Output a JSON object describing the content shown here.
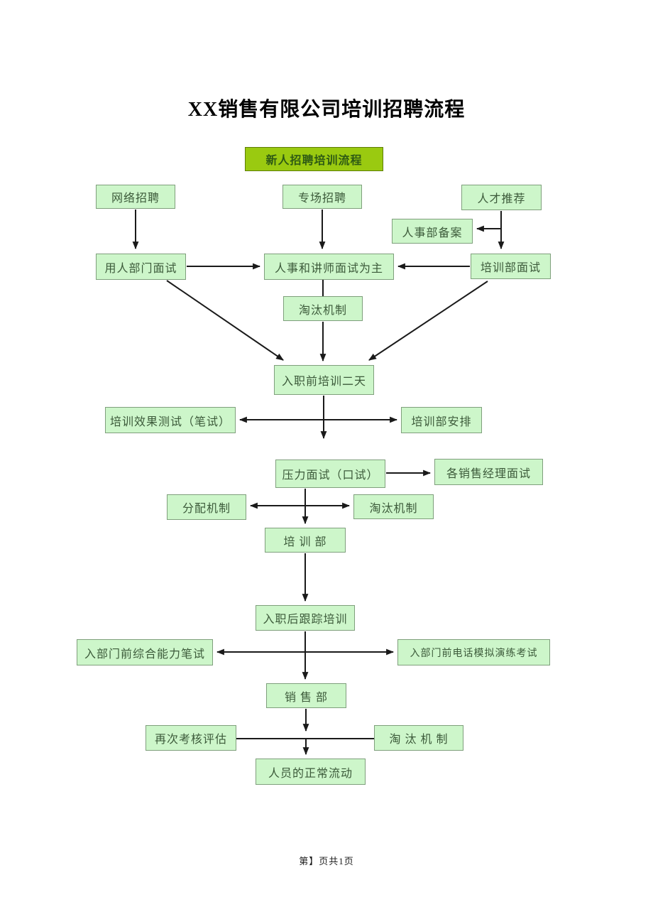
{
  "page": {
    "title": "XX销售有限公司培训招聘流程",
    "footer": "第】页共1页"
  },
  "theme": {
    "page-bg": "#ffffff",
    "node-fill": "#cdf6ca",
    "node-border": "#7f9f7c",
    "node-text": "#3c5a3a",
    "header-fill": "#9aca10",
    "header-border": "#5e7d06",
    "header-text": "#2e5a14",
    "arrow-color": "#1a1a1a",
    "title-color": "#000000"
  },
  "flowchart": {
    "header": {
      "label": "新人招聘培训流程"
    },
    "nodes": [
      {
        "label": "网络招聘"
      },
      {
        "label": "专场招聘"
      },
      {
        "label": "人才推荐"
      },
      {
        "label": "人事部备案"
      },
      {
        "label": "用人部门面试"
      },
      {
        "label": "人事和讲师面试为主"
      },
      {
        "label": "培训部面试"
      },
      {
        "label": "淘汰机制"
      },
      {
        "label": "入职前培训二天"
      },
      {
        "label": "培训效果测试（笔试）"
      },
      {
        "label": "培训部安排"
      },
      {
        "label": "压力面试（口试）"
      },
      {
        "label": "各销售经理面试"
      },
      {
        "label": "分配机制"
      },
      {
        "label": "淘汰机制"
      },
      {
        "label": "培 训 部"
      },
      {
        "label": "入职后跟踪培训"
      },
      {
        "label": "入部门前综合能力笔试"
      },
      {
        "label": "入部门前电话模拟演练考试"
      },
      {
        "label": "销 售 部"
      },
      {
        "label": "再次考核评估"
      },
      {
        "label": "淘 汰 机 制"
      },
      {
        "label": "人员的正常流动"
      }
    ],
    "edges": [
      {
        "from": "网络招聘",
        "to": "用人部门面试",
        "arrow": "end"
      },
      {
        "from": "专场招聘",
        "to": "人事和讲师面试为主",
        "arrow": "end"
      },
      {
        "from": "人才推荐",
        "to": "培训部面试",
        "arrow": "end"
      },
      {
        "from": "人才推荐",
        "to": "人事部备案",
        "arrow": "end"
      },
      {
        "from": "用人部门面试",
        "to": "人事和讲师面试为主",
        "arrow": "end"
      },
      {
        "from": "培训部面试",
        "to": "人事和讲师面试为主",
        "arrow": "end"
      },
      {
        "from": "人事和讲师面试为主",
        "to": "淘汰机制",
        "arrow": "none"
      },
      {
        "from": "淘汰机制",
        "to": "入职前培训二天",
        "arrow": "end"
      },
      {
        "from": "用人部门面试",
        "to": "入职前培训二天",
        "arrow": "end"
      },
      {
        "from": "培训部面试",
        "to": "入职前培训二天",
        "arrow": "end"
      },
      {
        "from": "入职前培训二天",
        "to": "压力面试（口试）",
        "arrow": "end"
      },
      {
        "from": "培训效果测试（笔试）",
        "to": "培训部安排",
        "arrow": "both"
      },
      {
        "from": "压力面试（口试）",
        "to": "各销售经理面试",
        "arrow": "end"
      },
      {
        "from": "压力面试（口试）",
        "to": "培 训 部",
        "arrow": "end"
      },
      {
        "from": "分配机制",
        "to": "淘汰机制",
        "arrow": "both"
      },
      {
        "from": "培 训 部",
        "to": "入职后跟踪培训",
        "arrow": "end"
      },
      {
        "from": "入职后跟踪培训",
        "to": "销 售 部",
        "arrow": "end"
      },
      {
        "from": "入部门前综合能力笔试",
        "to": "入部门前电话模拟演练考试",
        "arrow": "both"
      },
      {
        "from": "销 售 部",
        "to": "人员的正常流动",
        "arrow": "end"
      },
      {
        "from": "再次考核评估",
        "to": "淘 汰 机 制",
        "arrow": "none"
      }
    ]
  }
}
